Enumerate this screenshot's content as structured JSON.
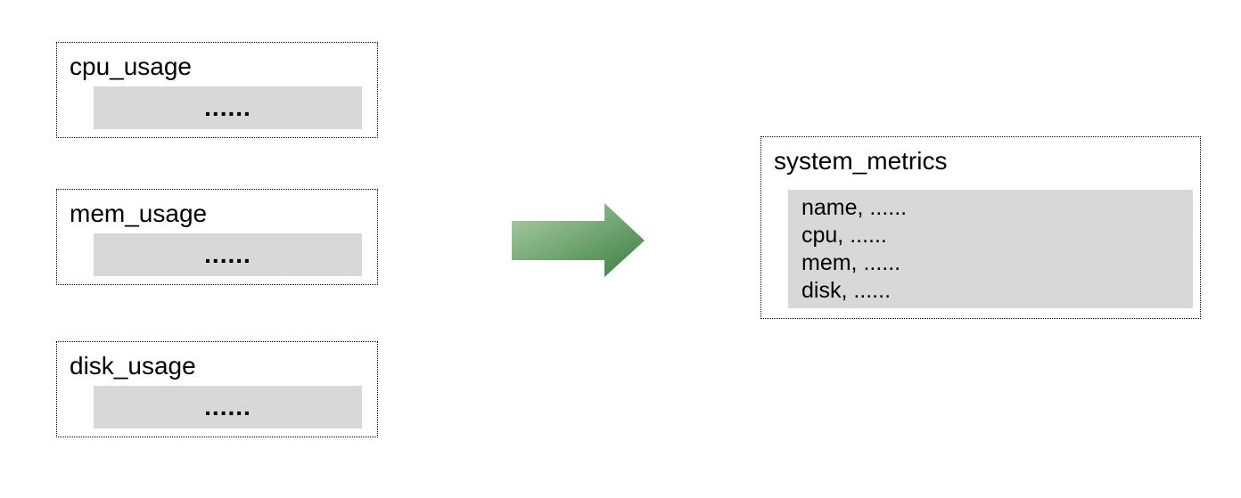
{
  "diagram": {
    "sources": [
      {
        "title": "cpu_usage",
        "placeholder": "......"
      },
      {
        "title": "mem_usage",
        "placeholder": "......"
      },
      {
        "title": "disk_usage",
        "placeholder": "......"
      }
    ],
    "arrow": {
      "direction": "right",
      "gradient_start": "#aed0a9",
      "gradient_end": "#48884c"
    },
    "target": {
      "title": "system_metrics",
      "fields": [
        "name, ......",
        "cpu, ......",
        "mem, ......",
        "disk, ......"
      ]
    },
    "colors": {
      "panel_fill": "#d8d8d8",
      "border": "#000000",
      "background": "#ffffff"
    }
  }
}
